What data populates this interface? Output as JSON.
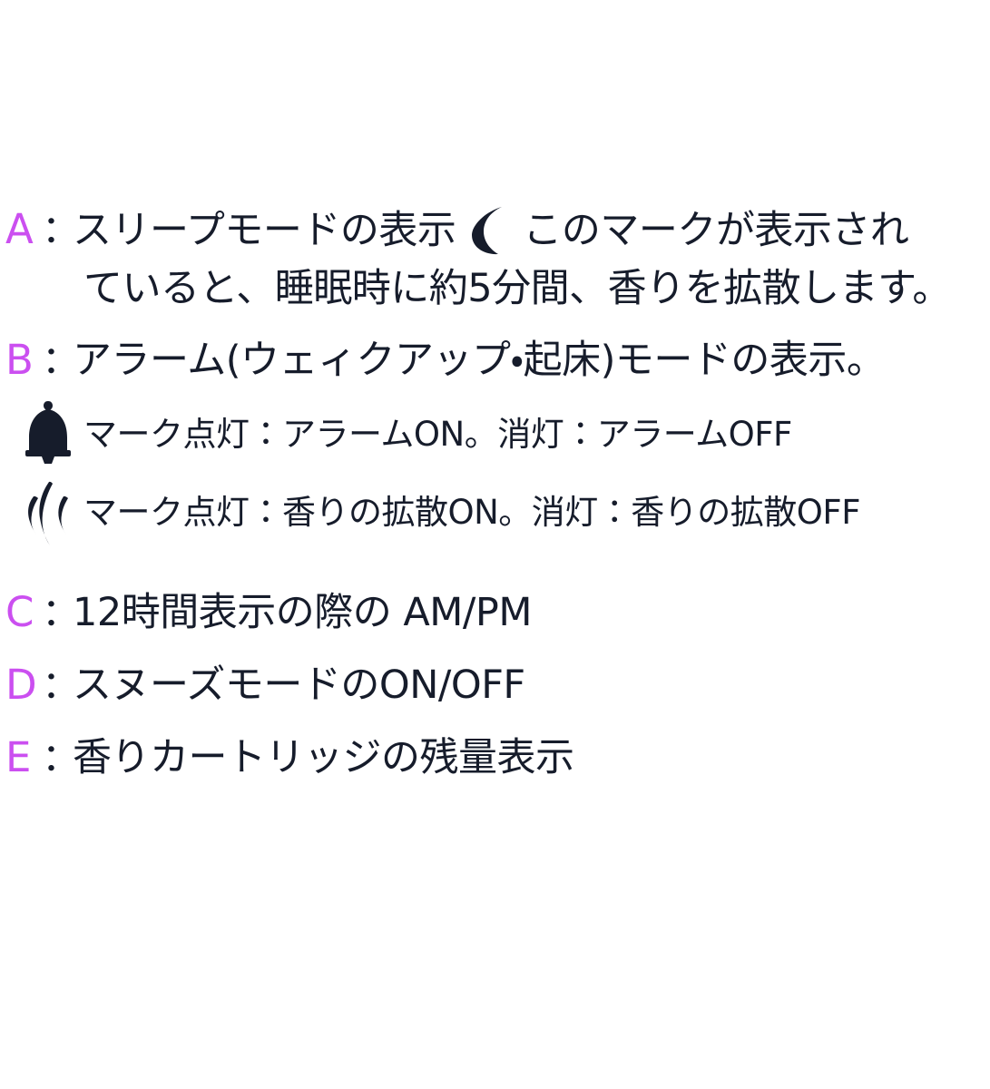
{
  "document": {
    "kind": "product-display-legend",
    "language": "ja",
    "background_color": "#ffffff",
    "text_color": "#161c2b",
    "key_letter_color": "#cb4ff0"
  },
  "legend": {
    "entries": [
      {
        "key": "A",
        "separator": "：",
        "icon": "crescent-moon-icon",
        "line1_before_icon": "スリープモードの表示",
        "line1_after_icon": "このマークが表示され",
        "line2": "ていると、睡眠時に約5分間、香りを拡散します。"
      },
      {
        "key": "B",
        "separator": "：",
        "text": "アラーム(ウェィクアップ・起床)モードの表示。",
        "sub_items": [
          {
            "icon": "bell-icon",
            "text": "マーク点灯：アラームON。消灯：アラームOFF"
          },
          {
            "icon": "scent-waves-icon",
            "text": "マーク点灯：香りの拡散ON。消灯：香りの拡散OFF"
          }
        ]
      },
      {
        "key": "C",
        "separator": "：",
        "text": "12時間表示の際の AM/PM"
      },
      {
        "key": "D",
        "separator": "：",
        "text": "スヌーズモードのON/OFF"
      },
      {
        "key": "E",
        "separator": "：",
        "text": "香りカートリッジの残量表示"
      }
    ]
  }
}
